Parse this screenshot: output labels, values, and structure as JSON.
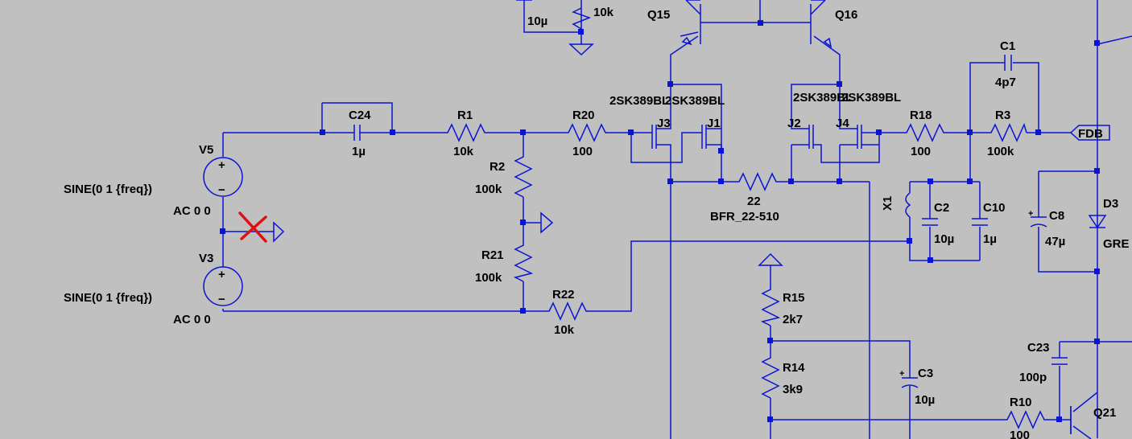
{
  "components": [
    {
      "id": "C24",
      "ref": "C24",
      "value": "1µ"
    },
    {
      "id": "R1",
      "ref": "R1",
      "value": "10k"
    },
    {
      "id": "R20",
      "ref": "R20",
      "value": "100"
    },
    {
      "id": "R2",
      "ref": "R2",
      "value": "100k"
    },
    {
      "id": "R21",
      "ref": "R21",
      "value": "100k"
    },
    {
      "id": "R22",
      "ref": "R22",
      "value": "10k"
    },
    {
      "id": "V5",
      "ref": "V5",
      "line1": "SINE(0 1 {freq})",
      "line2": "AC 0 0"
    },
    {
      "id": "V3",
      "ref": "V3",
      "line1": "SINE(0 1 {freq})",
      "line2": "AC 0 0"
    },
    {
      "id": "Q15",
      "ref": "Q15"
    },
    {
      "id": "Q16",
      "ref": "Q16"
    },
    {
      "id": "J3",
      "ref": "J3",
      "model": "2SK389BL"
    },
    {
      "id": "J1",
      "ref": "J1",
      "model": "2SK389BL"
    },
    {
      "id": "J2",
      "ref": "J2",
      "model": "2SK389BL"
    },
    {
      "id": "J4",
      "ref": "J4",
      "model": "2SK389BL"
    },
    {
      "id": "R_BFR",
      "ref": "22",
      "value": "BFR_22-510"
    },
    {
      "id": "R18",
      "ref": "R18",
      "value": "100"
    },
    {
      "id": "R3",
      "ref": "R3",
      "value": "100k"
    },
    {
      "id": "C1",
      "ref": "C1",
      "value": "4p7"
    },
    {
      "id": "X1",
      "ref": "X1"
    },
    {
      "id": "C2",
      "ref": "C2",
      "value": "10µ"
    },
    {
      "id": "C10",
      "ref": "C10",
      "value": "1µ"
    },
    {
      "id": "C8",
      "ref": "C8",
      "value": "47µ"
    },
    {
      "id": "D3",
      "ref": "D3",
      "value": "GRE"
    },
    {
      "id": "R15",
      "ref": "R15",
      "value": "2k7"
    },
    {
      "id": "R14",
      "ref": "R14",
      "value": "3k9"
    },
    {
      "id": "C3",
      "ref": "C3",
      "value": "10µ"
    },
    {
      "id": "C23",
      "ref": "C23",
      "value": "100p"
    },
    {
      "id": "R10",
      "ref": "R10",
      "value": "100"
    },
    {
      "id": "Q21",
      "ref": "Q21"
    },
    {
      "id": "TOPC",
      "ref": "",
      "value": "10µ"
    },
    {
      "id": "TOPR",
      "ref": "",
      "value": "10k"
    }
  ],
  "netlabels": {
    "fdb": "FDB"
  },
  "symbols": {
    "plus": "+",
    "minus": "−"
  },
  "colors": {
    "background": "#c0c0c0",
    "wire": "#0a14d2",
    "text": "#000000",
    "annotation": "#e01010"
  },
  "icons": {
    "ground": "ground-triangle-icon",
    "cross": "red-x-annotation-icon",
    "netport": "net-port-icon"
  }
}
